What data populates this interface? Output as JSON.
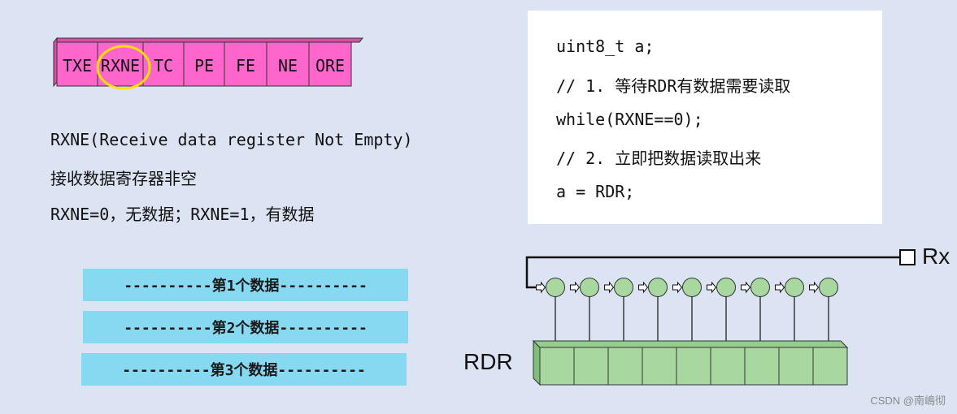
{
  "status_register": {
    "bits": [
      "TXE",
      "RXNE",
      "TC",
      "PE",
      "FE",
      "NE",
      "ORE"
    ],
    "highlighted_bit": "RXNE",
    "fill_color": "#ff66cc",
    "highlight_color": "#ffee00"
  },
  "description": {
    "line1": "RXNE(Receive data register Not Empty)",
    "line2": "接收数据寄存器非空",
    "line3": "RXNE=0，无数据；RXNE=1，有数据"
  },
  "code": {
    "lines": [
      "uint8_t a;",
      "// 1. 等待RDR有数据需要读取",
      "while(RXNE==0);",
      "// 2. 立即把数据读取出来",
      "a = RDR;"
    ]
  },
  "buffers": [
    "----------第1个数据----------",
    "----------第2个数据----------",
    "----------第3个数据----------"
  ],
  "shift_register": {
    "rx_label": "Rx",
    "rdr_label": "RDR",
    "bit_count": 9,
    "node_color": "#a8d8a0",
    "cell_color": "#a8d8a0"
  },
  "watermark": "CSDN @南嶋彻"
}
